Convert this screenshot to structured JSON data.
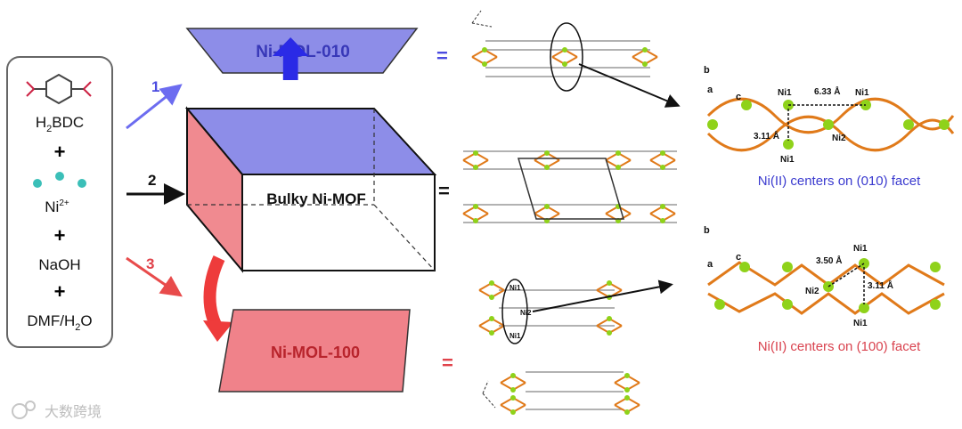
{
  "reactants": {
    "ligand": "H",
    "ligand_sub": "2",
    "ligand_rest": "BDC",
    "plus": "+",
    "metal": "Ni",
    "metal_sup": "2+",
    "base": "NaOH",
    "solvent_a": "DMF/H",
    "solvent_sub": "2",
    "solvent_b": "O"
  },
  "routes": {
    "r1": "1",
    "r2": "2",
    "r3": "3"
  },
  "products": {
    "top": "Ni-MOL-010",
    "bulk": "Bulky Ni-MOF",
    "bottom": "Ni-MOL-100"
  },
  "equals": "=",
  "detail_top": {
    "axis_b": "b",
    "axis_a": "a",
    "axis_c": "c",
    "ni1_a": "Ni1",
    "ni1_b": "Ni1",
    "ni1_c": "Ni1",
    "ni2": "Ni2",
    "dist_1": "6.33 Å",
    "dist_2": "3.11 Å",
    "caption": "Ni(II) centers on (010) facet"
  },
  "detail_bottom": {
    "axis_b": "b",
    "axis_a": "a",
    "axis_c": "c",
    "ni1_a": "Ni1",
    "ni1_b": "Ni1",
    "ni2": "Ni2",
    "dist_1": "3.50 Å",
    "dist_2": "3.11 Å",
    "caption": "Ni(II) centers on (100) facet"
  },
  "struct_labels": {
    "ni1_top": "Ni1",
    "ni2": "Ni2",
    "ni1_bot": "Ni1"
  },
  "watermark": "大数跨境",
  "colors": {
    "blue_face": "#8d8de8",
    "blue_arrow": "#2a2ae6",
    "pink_face": "#f0828a",
    "red_arrow": "#ee3b3b",
    "caption_blue": "#3b3bcf",
    "caption_red": "#d9434f",
    "ni_green": "#8fd21a",
    "bond_orange": "#e07a1a"
  }
}
